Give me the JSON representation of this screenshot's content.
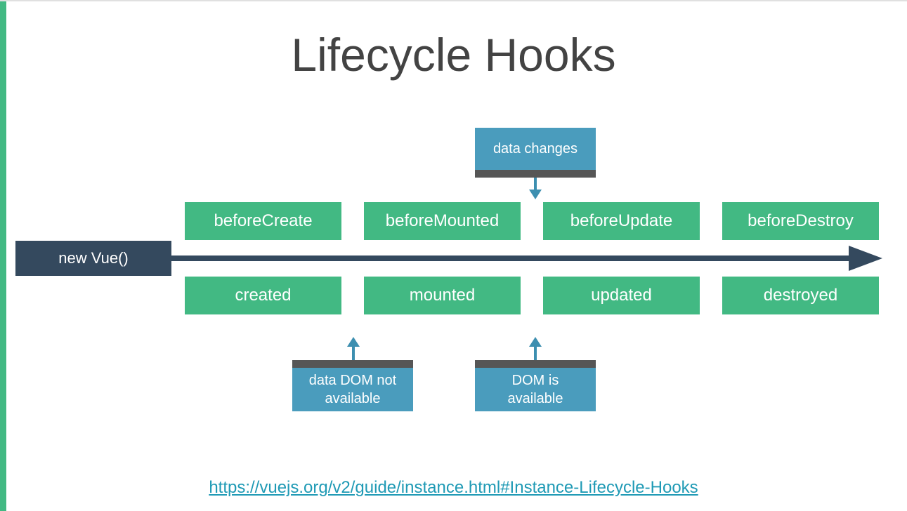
{
  "slide": {
    "title": "Lifecycle Hooks",
    "accent_green": "#42b983",
    "accent_navy": "#34495e",
    "accent_blue": "#4a9cbd",
    "accent_bar_gray": "#565656",
    "link_color": "#1f9ab5",
    "title_color": "#434343"
  },
  "start": {
    "label": "new Vue()"
  },
  "hooks_before": [
    {
      "label": "beforeCreate"
    },
    {
      "label": "beforeMounted"
    },
    {
      "label": "beforeUpdate"
    },
    {
      "label": "beforeDestroy"
    }
  ],
  "hooks_after": [
    {
      "label": "created"
    },
    {
      "label": "mounted"
    },
    {
      "label": "updated"
    },
    {
      "label": "destroyed"
    }
  ],
  "callouts": {
    "data_changes": {
      "label": "data changes"
    },
    "data_dom_not_available": {
      "label": "data DOM not\navailable"
    },
    "dom_is_available": {
      "label": "DOM is\navailable"
    }
  },
  "footer": {
    "link_text": "https://vuejs.org/v2/guide/instance.html#Instance-Lifecycle-Hooks"
  }
}
